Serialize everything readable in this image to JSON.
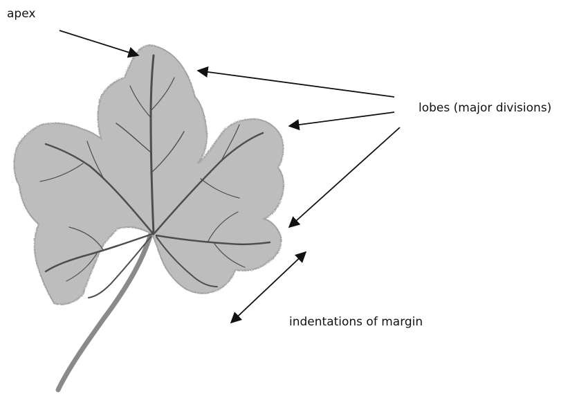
{
  "labels": {
    "apex": "apex",
    "lobes": "lobes (major divisions)",
    "indentations": "indentations of margin"
  },
  "colors": {
    "leaf_fill": "#b9b9b9",
    "leaf_edge": "#9a9a9a",
    "vein": "#4a4a4a",
    "arrow": "#111111"
  }
}
